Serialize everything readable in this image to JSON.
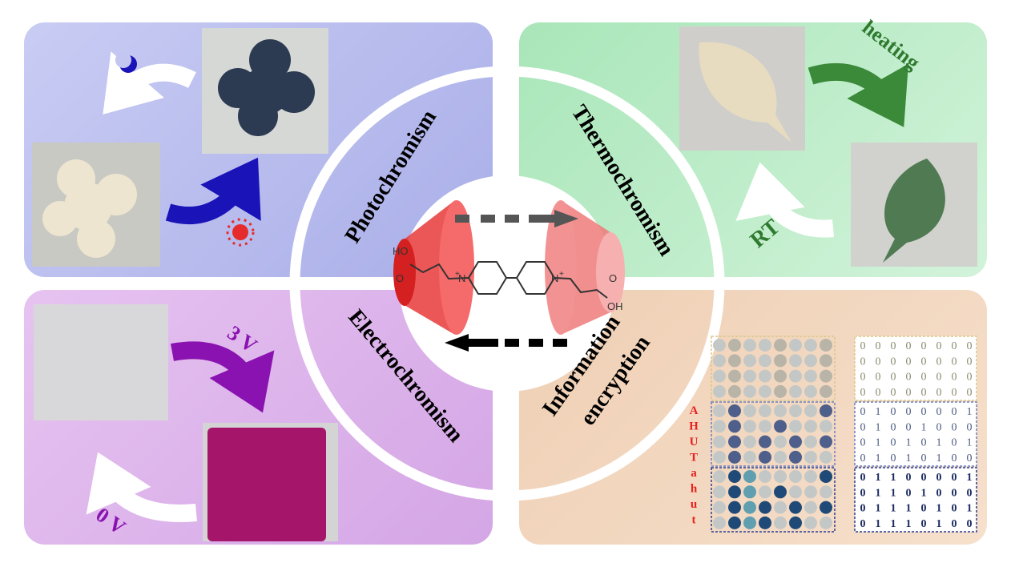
{
  "quadrants": {
    "photo": {
      "title": "Photochromism",
      "color": "#b3b7ec"
    },
    "thermo": {
      "title": "Thermochromism",
      "color": "#b5ebc3",
      "heat_label": "heating",
      "rt_label": "RT"
    },
    "electro": {
      "title": "Electrochromism",
      "color": "#dcb2ea",
      "on_label": "3 V",
      "off_label": "0 V"
    },
    "info": {
      "title_line1": "Information",
      "title_line2": "encryption",
      "color": "#f1d5bb"
    }
  },
  "molecule": {
    "left_group": "HO",
    "left_o": "O",
    "n_left": "N",
    "n_right": "N",
    "right_o": "O",
    "right_group": "OH",
    "charge": "+"
  },
  "encryption": {
    "letters": [
      "A",
      "H",
      "U",
      "T",
      "a",
      "h",
      "u",
      "t"
    ],
    "blocks": [
      [
        [
          0,
          0,
          0,
          0,
          0,
          0,
          0,
          0
        ],
        [
          0,
          0,
          0,
          0,
          0,
          0,
          0,
          0
        ],
        [
          0,
          0,
          0,
          0,
          0,
          0,
          0,
          0
        ],
        [
          0,
          0,
          0,
          0,
          0,
          0,
          0,
          0
        ]
      ],
      [
        [
          0,
          1,
          0,
          0,
          0,
          0,
          0,
          1
        ],
        [
          0,
          1,
          0,
          0,
          1,
          0,
          0,
          0
        ],
        [
          0,
          1,
          0,
          1,
          0,
          1,
          0,
          1
        ],
        [
          0,
          1,
          0,
          1,
          0,
          1,
          0,
          0
        ]
      ],
      [
        [
          0,
          1,
          1,
          0,
          0,
          0,
          0,
          1
        ],
        [
          0,
          1,
          1,
          0,
          1,
          0,
          0,
          0
        ],
        [
          0,
          1,
          1,
          1,
          0,
          1,
          0,
          1
        ],
        [
          0,
          1,
          1,
          1,
          0,
          1,
          0,
          0
        ]
      ]
    ]
  }
}
